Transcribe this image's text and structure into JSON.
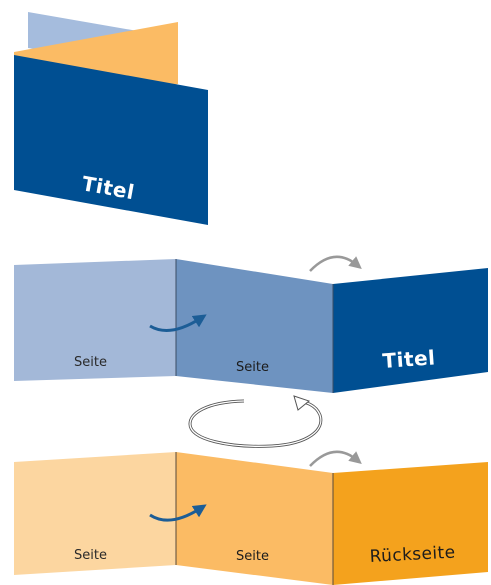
{
  "labels": {
    "title": "Titel",
    "inner_page": "Seite",
    "back_page": "Rückseite"
  },
  "colors": {
    "dark_blue": "#004f92",
    "mid_blue": "#6e93c0",
    "light_blue": "#a3b8d8",
    "pale_blue": "#a5bcdd",
    "dark_orange": "#f4a21d",
    "mid_orange": "#fbbb64",
    "light_orange": "#fcd6a0",
    "curve_arrow": "#1c5d96",
    "flip_arrow": "#999999"
  },
  "icons": {
    "fold_arrow": "curved-arrow-icon",
    "flip_arrow": "flip-over-arrow-icon",
    "rotate_arrow": "rotate-loop-arrow-icon"
  }
}
